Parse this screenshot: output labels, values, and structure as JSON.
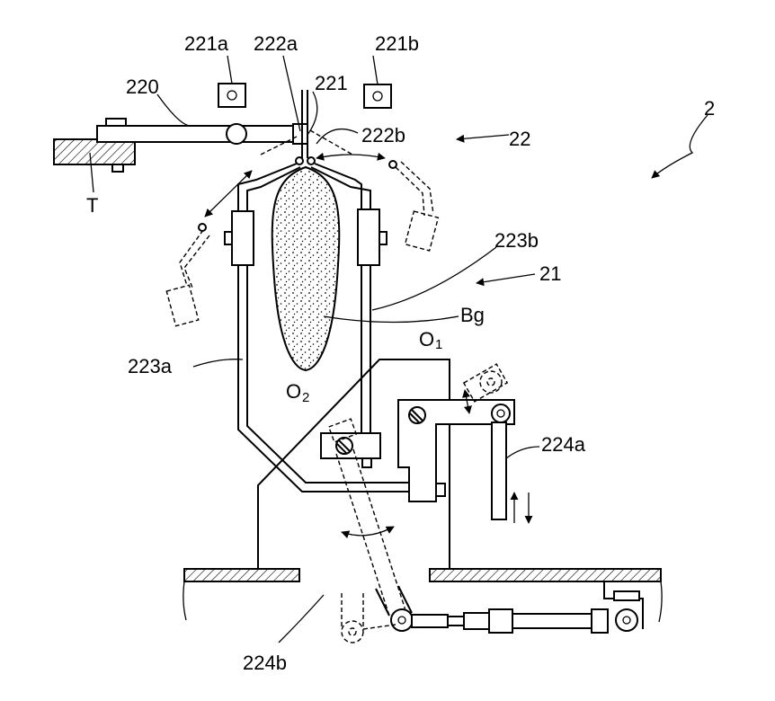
{
  "labels": {
    "fig_number": "2",
    "unit_22": "22",
    "unit_21": "21",
    "l220": "220",
    "l221": "221",
    "l221a": "221a",
    "l221b": "221b",
    "l222a": "222a",
    "l222b": "222b",
    "l223a": "223a",
    "l223b": "223b",
    "l224a": "224a",
    "l224b": "224b",
    "bag": "Bg",
    "table": "T",
    "pivot1_main": "O",
    "pivot1_sub": "1",
    "pivot2_main": "O",
    "pivot2_sub": "2"
  }
}
